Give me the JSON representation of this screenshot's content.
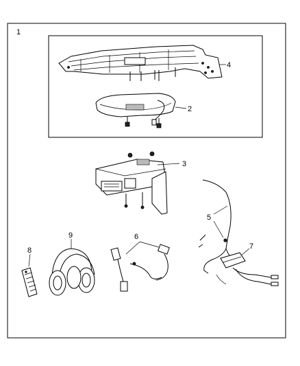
{
  "figure": {
    "label": "1"
  },
  "callouts": [
    {
      "id": "c2",
      "label": "2"
    },
    {
      "id": "c3",
      "label": "3"
    },
    {
      "id": "c4",
      "label": "4"
    },
    {
      "id": "c5",
      "label": "5"
    },
    {
      "id": "c6",
      "label": "6"
    },
    {
      "id": "c7",
      "label": "7"
    },
    {
      "id": "c8",
      "label": "8"
    },
    {
      "id": "c9",
      "label": "9"
    }
  ]
}
